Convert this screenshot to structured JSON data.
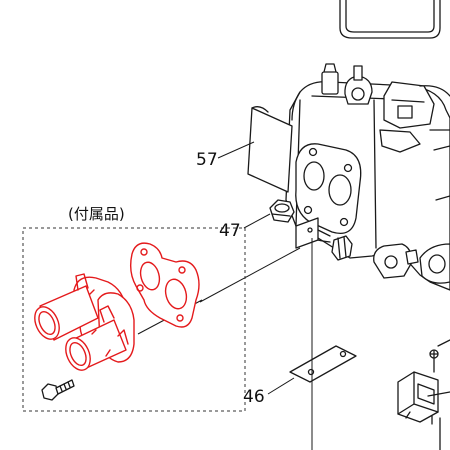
{
  "accessory_group": {
    "label": "(付属品)"
  },
  "callouts": [
    {
      "id": "57",
      "text": "57"
    },
    {
      "id": "47",
      "text": "47"
    },
    {
      "id": "46",
      "text": "46"
    }
  ],
  "colors": {
    "accessory_outline": "#e41a1c",
    "line": "#1a1a1a"
  }
}
